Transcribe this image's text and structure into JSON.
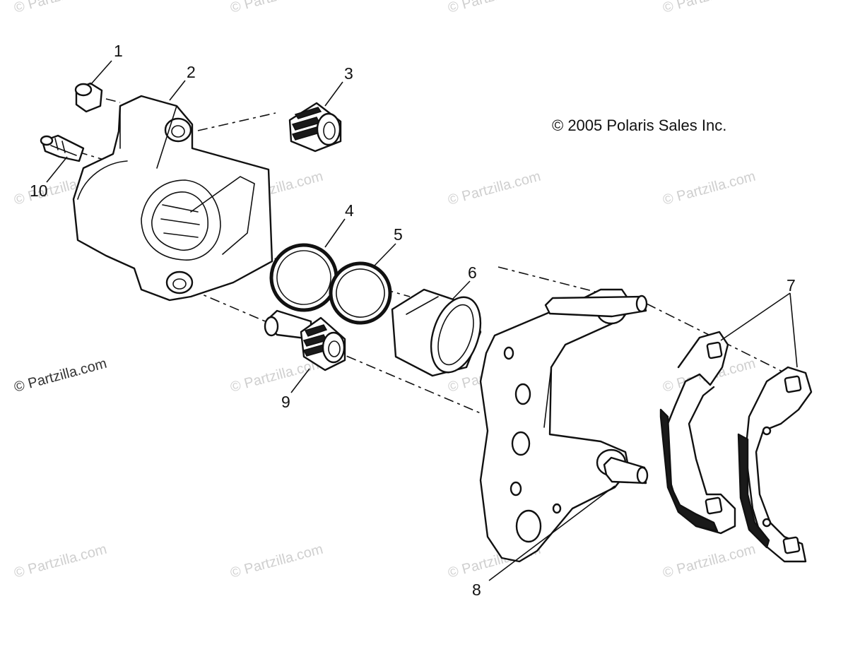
{
  "copyright": "© 2005 Polaris Sales Inc.",
  "watermark": "© Partzilla.com",
  "callouts": [
    "1",
    "2",
    "3",
    "4",
    "5",
    "6",
    "7",
    "8",
    "9",
    "10"
  ],
  "colors": {
    "line": "#111111",
    "watermark": "#cfcfcf",
    "background": "#ffffff"
  }
}
